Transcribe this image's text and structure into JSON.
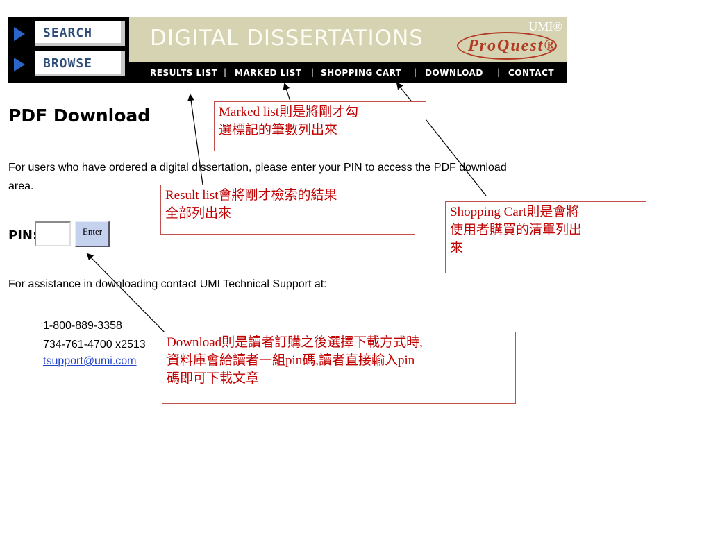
{
  "sidebar": {
    "search_label": "SEARCH",
    "browse_label": "BROWSE"
  },
  "banner": {
    "title": "DIGITAL DISSERTATIONS",
    "brand_small": "UMI®",
    "brand": "ProQuest®"
  },
  "navbar": {
    "items": [
      "RESULTS LIST",
      "MARKED LIST",
      "SHOPPING CART",
      "DOWNLOAD",
      "CONTACT"
    ],
    "separator": "|"
  },
  "page": {
    "title": "PDF Download",
    "intro_line1": "For users who have ordered a digital dissertation, please enter your PIN to access the PDF download",
    "intro_line2": "area.",
    "pin_label": "PIN:",
    "pin_value": "",
    "enter_label": "Enter",
    "assist_text": "For assistance in downloading contact UMI Technical Support at:",
    "phone1": "1-800-889-3358",
    "phone2": "734-761-4700 x2513",
    "email": "tsupport@umi.com"
  },
  "callouts": {
    "marked": [
      "Marked list則是將剛才勾",
      "選標記的筆數列出來"
    ],
    "results": [
      "Result list會將剛才檢索的結果",
      "全部列出來"
    ],
    "cart": [
      "Shopping Cart則是會將",
      "使用者購買的清單列出",
      "來"
    ],
    "download": [
      "Download則是讀者訂購之後選擇下載方式時,",
      "資料庫會給讀者一組pin碼,讀者直接輸入pin",
      "碼即可下載文章"
    ]
  },
  "colors": {
    "nav_text": "#2e4d77",
    "banner_bg": "#d6d3b3",
    "callout_text": "#c00000",
    "callout_border": "#c0504d",
    "link": "#2244cc"
  }
}
